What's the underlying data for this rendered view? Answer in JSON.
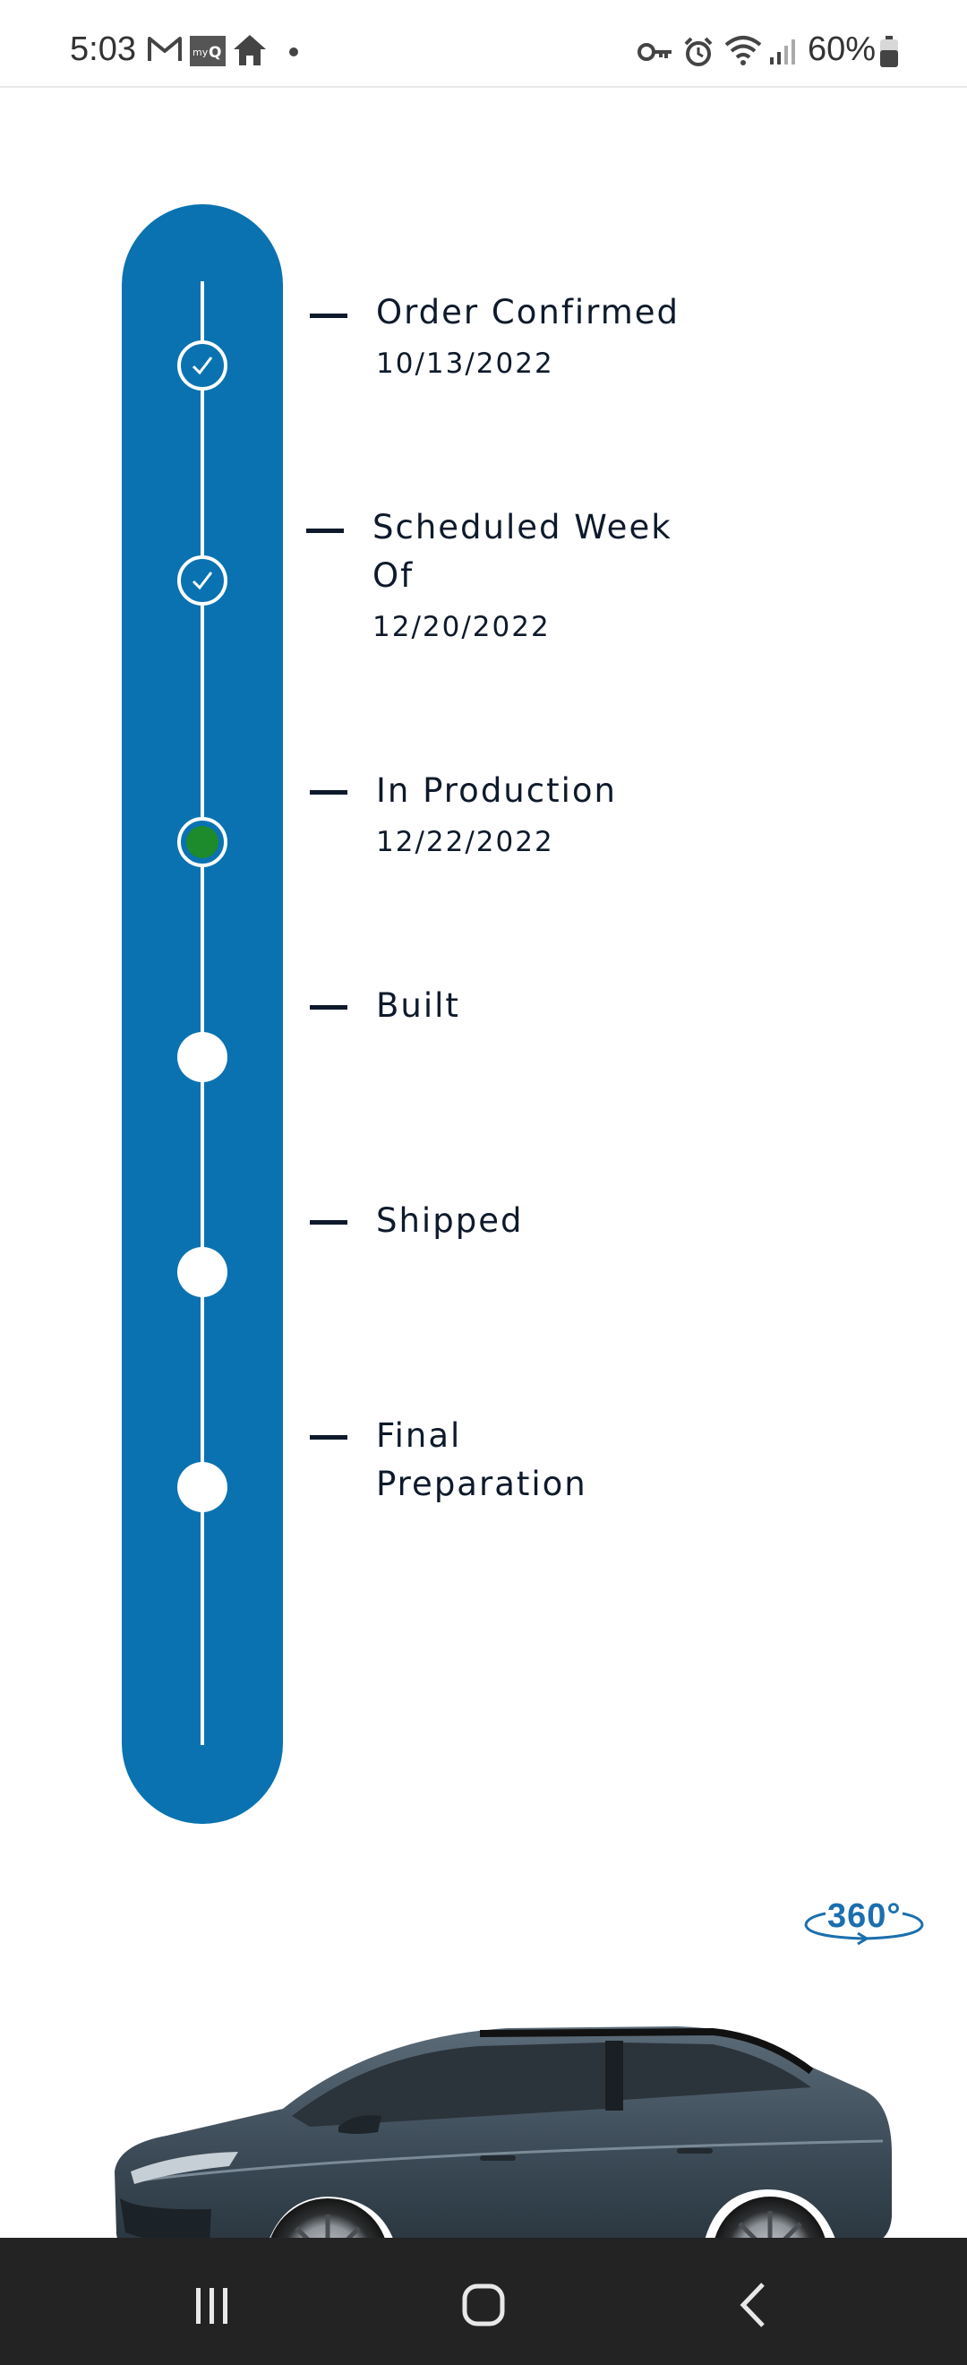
{
  "status_bar": {
    "time": "5:03",
    "battery": "60%",
    "icons": [
      "gmail-icon",
      "myq-icon",
      "home-icon",
      "notification-dot-icon",
      "vpn-key-icon",
      "alarm-icon",
      "wifi-icon",
      "signal-icon",
      "battery-icon"
    ]
  },
  "timeline": {
    "accent_color": "#0a72b0",
    "active_color": "#1d8a2b",
    "steps": [
      {
        "label": "Order Confirmed",
        "date": "10/13/2022",
        "state": "done"
      },
      {
        "label": "Scheduled Week Of",
        "date": "12/20/2022",
        "state": "done"
      },
      {
        "label": "In Production",
        "date": "12/22/2022",
        "state": "active"
      },
      {
        "label": "Built",
        "date": "",
        "state": "pending"
      },
      {
        "label": "Shipped",
        "date": "",
        "state": "pending"
      },
      {
        "label": "Final Preparation",
        "date": "",
        "state": "pending"
      }
    ]
  },
  "viewer": {
    "badge_text": "360°",
    "badge_color": "#1b6fae"
  },
  "nav": {
    "buttons": [
      "recent-apps-icon",
      "home-button-icon",
      "back-icon"
    ]
  }
}
